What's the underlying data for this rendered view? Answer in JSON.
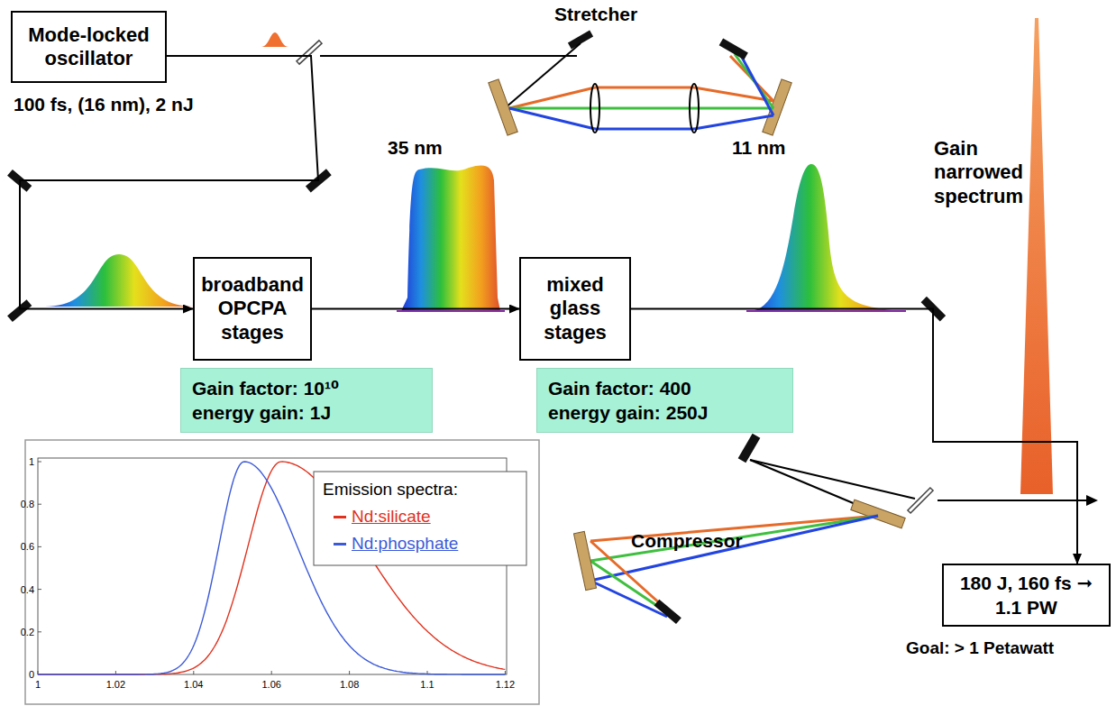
{
  "diagram": {
    "nodes": [
      {
        "text": [
          "Mode-locked oscillator"
        ]
      },
      {
        "text": [
          "broadband OPCPA stages"
        ]
      },
      {
        "text": [
          "Gain factor: 10¹⁰",
          "energy gain: 1J"
        ]
      },
      {
        "text": [
          "mixed glass stages"
        ]
      },
      {
        "text": [
          "Gain factor: 400",
          "energy gain: 250J"
        ]
      },
      {
        "text": [
          "180 J, 160 fs ➞ 1.1 PW"
        ]
      }
    ],
    "edges": [
      {
        "from": 0,
        "to": 1,
        "arrow": "to"
      },
      {
        "from": 1,
        "to": 3,
        "arrow": "to"
      },
      {
        "from": 3,
        "to": 5,
        "arrow": "to"
      }
    ],
    "labels": [
      "100 fs, (16 nm), 2 nJ",
      "Stretcher",
      "35 nm",
      "11 nm",
      "Gain narrowed spectrum",
      "Compressor",
      "Goal: > 1 Petawatt",
      "Emission spectra:",
      "1",
      "0.8",
      "0.6",
      "0.4",
      "0.2",
      "0",
      "1",
      "1.02",
      "1.04",
      "1.06",
      "1.08",
      "1.1",
      "1.12"
    ],
    "legend": [
      {
        "text": "Nd:silicate",
        "color": "#e0321e"
      },
      {
        "text": "Nd:phosphate",
        "color": "#3c5ad8"
      }
    ]
  }
}
